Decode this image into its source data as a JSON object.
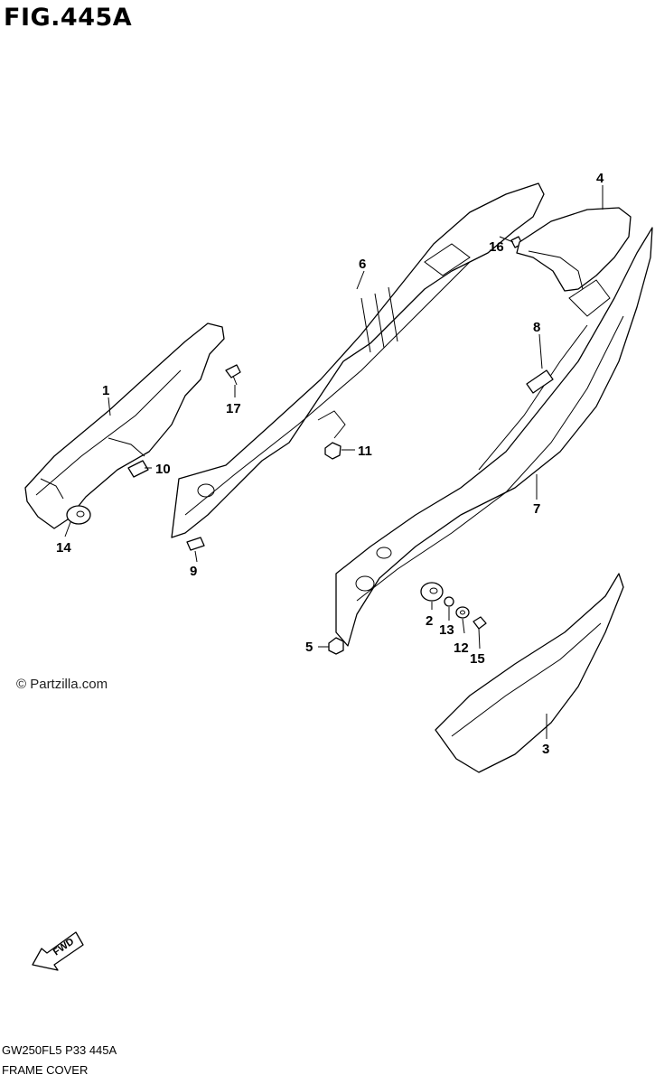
{
  "figure": {
    "title": "FIG.445A",
    "watermark": "© Partzilla.com",
    "code": "GW250FL5  P33  445A",
    "caption": "FRAME COVER",
    "fwd_label": "FWD"
  },
  "callouts": [
    "1",
    "2",
    "3",
    "4",
    "5",
    "6",
    "7",
    "8",
    "9",
    "10",
    "11",
    "12",
    "13",
    "14",
    "15",
    "16",
    "17"
  ]
}
